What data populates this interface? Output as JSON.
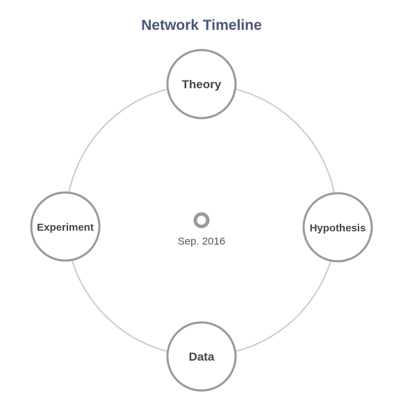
{
  "title": "Network Timeline",
  "center": {
    "label": "Sep. 2016"
  },
  "nodes": [
    {
      "id": "top",
      "label": "Theory"
    },
    {
      "id": "right",
      "label": "Hypothesis"
    },
    {
      "id": "bottom",
      "label": "Data"
    },
    {
      "id": "left",
      "label": "Experiment"
    }
  ],
  "colors": {
    "title": "#4a5778",
    "ring": "#cccccc",
    "node_stroke": "#999999",
    "node_fill": "#ffffff",
    "center_marker": "#999999",
    "text": "#444444"
  }
}
